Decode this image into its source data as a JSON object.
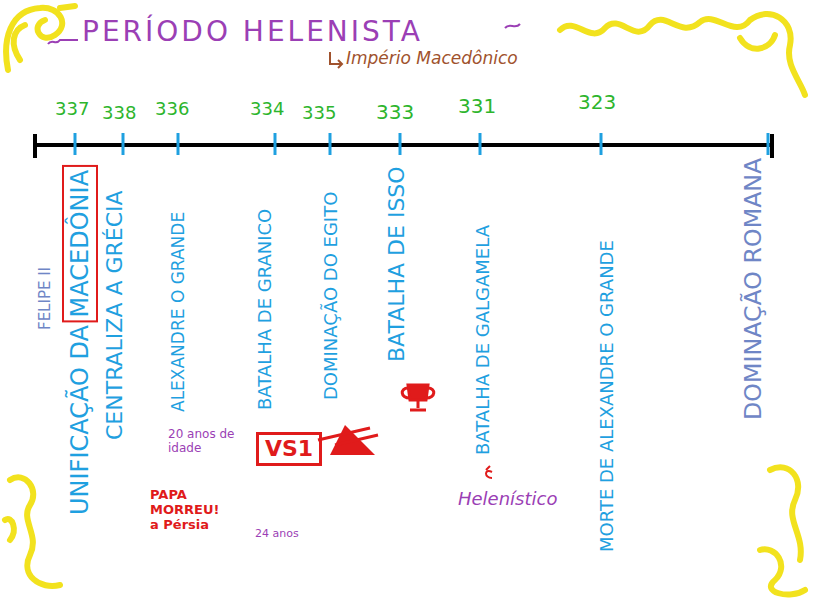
{
  "diagram": {
    "title": "PERÍODO HELENISTA",
    "nodes": [
      {
        "text": [
          "VS1"
        ]
      }
    ],
    "labels": [
      "Império Macedônico",
      "337",
      "338",
      "336",
      "334",
      "335",
      "333",
      "331",
      "323",
      "FELIPE II",
      "UNIFICAÇÃO DA MACEDÔNIA",
      "CENTRALIZA A GRÉCIA",
      "ALEXANDRE O GRANDE",
      "20 anos de idade",
      "PAPA MORREU! a Pérsia",
      "24 anos",
      "BATALHA DE GRANICO",
      "DOMINAÇÃO DO EGITO",
      "BATALHA DE ISSO",
      "BATALHA DE GALGAMELA",
      "Helenístico",
      "MORTE DE ALEXANDRE O GRANDE",
      "DOMINAÇÃO ROMANA"
    ]
  }
}
